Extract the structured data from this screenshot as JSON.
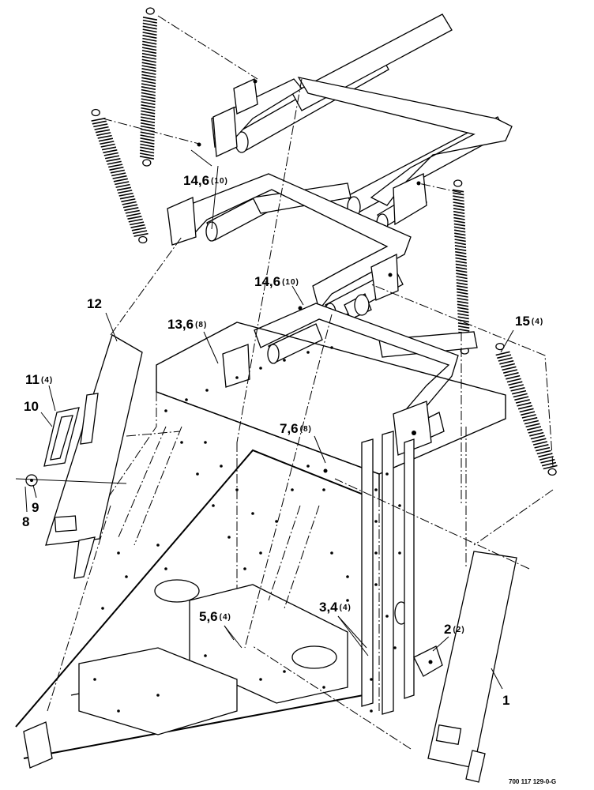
{
  "callouts": [
    {
      "id": "c1",
      "label": "1",
      "qty": ""
    },
    {
      "id": "c2",
      "label": "2",
      "qty": "(2)"
    },
    {
      "id": "c34",
      "label": "3,4",
      "qty": "(4)"
    },
    {
      "id": "c56",
      "label": "5,6",
      "qty": "(4)"
    },
    {
      "id": "c76",
      "label": "7,6",
      "qty": "(8)"
    },
    {
      "id": "c8",
      "label": "8",
      "qty": ""
    },
    {
      "id": "c9",
      "label": "9",
      "qty": ""
    },
    {
      "id": "c10",
      "label": "10",
      "qty": ""
    },
    {
      "id": "c11",
      "label": "11",
      "qty": "(4)"
    },
    {
      "id": "c12",
      "label": "12",
      "qty": ""
    },
    {
      "id": "c136",
      "label": "13,6",
      "qty": "(8)"
    },
    {
      "id": "c146a",
      "label": "14,6",
      "qty": "(10)"
    },
    {
      "id": "c146b",
      "label": "14,6",
      "qty": "(10)"
    },
    {
      "id": "c15",
      "label": "15",
      "qty": "(4)"
    }
  ],
  "drawing_number": "700 117 129-0-G"
}
